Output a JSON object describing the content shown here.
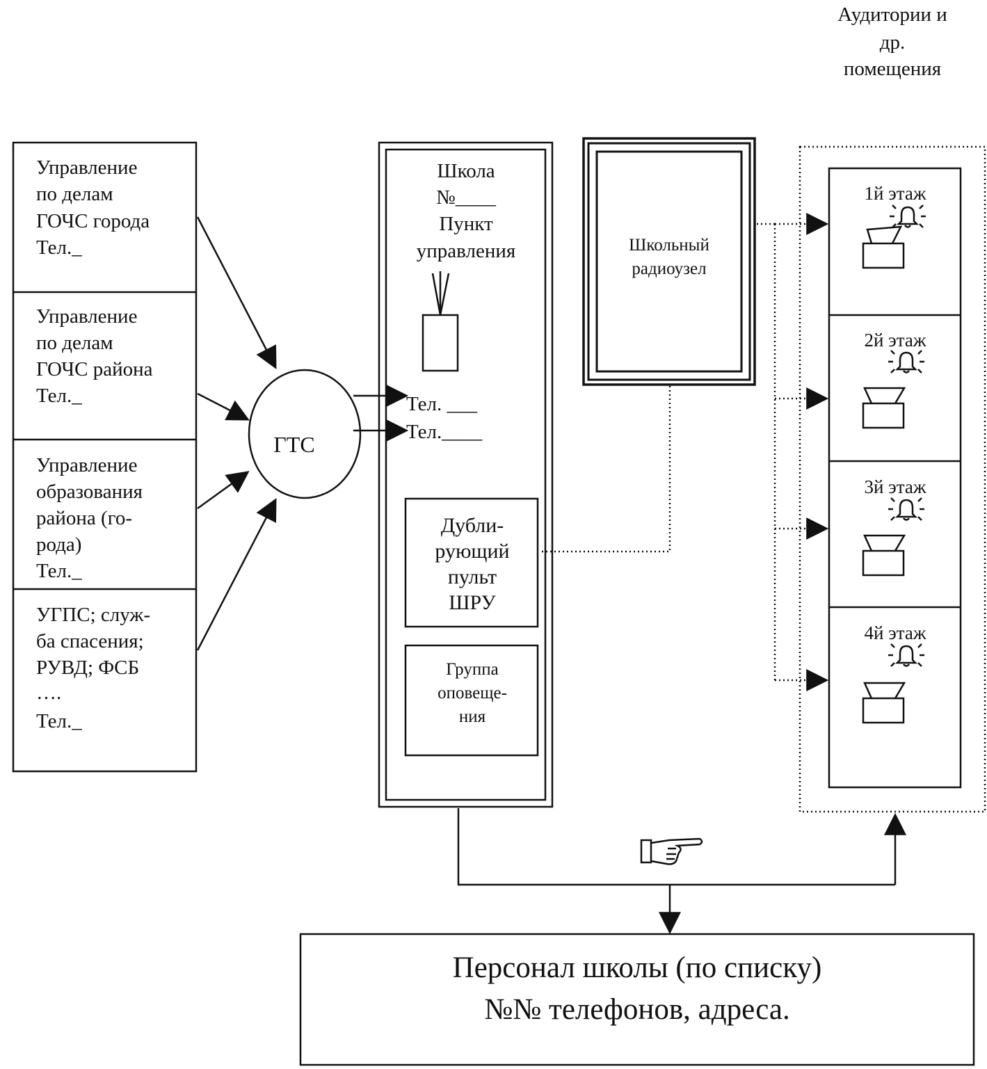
{
  "rooms_caption": [
    "Аудитории и",
    "др.",
    "помещения"
  ],
  "sources": [
    {
      "lines": [
        "Управление",
        "по делам",
        "ГОЧС города",
        "Тел._"
      ]
    },
    {
      "lines": [
        "Управление",
        "по делам",
        "ГОЧС района",
        "Тел._"
      ]
    },
    {
      "lines": [
        "Управление",
        "образования",
        "района (го-",
        "рода)",
        "Тел._"
      ]
    },
    {
      "lines": [
        "УГПС; служ-",
        "ба спасения;",
        "РУВД; ФСБ",
        "….",
        "Тел._"
      ]
    }
  ],
  "gts_label": "ГТС",
  "school": {
    "title_lines": [
      "Школа",
      "№____",
      "Пункт",
      "управления"
    ],
    "phone_1": "Тел. ___",
    "phone_2": "Тел.____",
    "backup_console_lines": [
      "Дубли-",
      "рующий",
      "пульт",
      "ШРУ"
    ],
    "alert_group_lines": [
      "Группа",
      "оповеще-",
      "ния"
    ]
  },
  "radio_node_lines": [
    "Школьный",
    "радиоузел"
  ],
  "floors": [
    "1й этаж",
    "2й этаж",
    "3й этаж",
    "4й этаж"
  ],
  "staff_lines": [
    "Персонал школы (по списку)",
    "№№ телефонов, адреса."
  ],
  "icons": {
    "bell": "bell-icon",
    "speaker": "speaker-icon",
    "hand": "pointing-hand-icon",
    "antenna": "antenna-icon"
  }
}
